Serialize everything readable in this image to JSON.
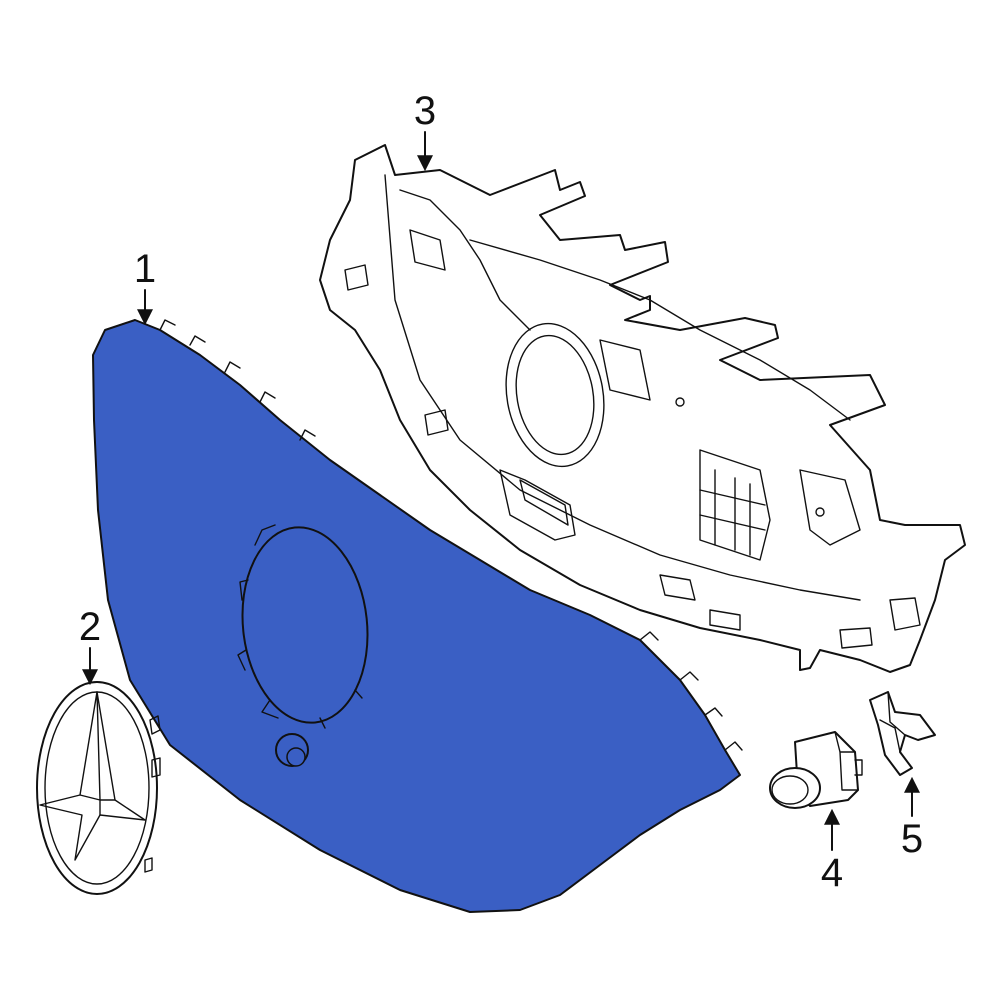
{
  "callouts": [
    {
      "id": "1",
      "label": "1"
    },
    {
      "id": "2",
      "label": "2"
    },
    {
      "id": "3",
      "label": "3"
    },
    {
      "id": "4",
      "label": "4"
    },
    {
      "id": "5",
      "label": "5"
    }
  ],
  "colors": {
    "highlight": "#3a5fc4",
    "line": "#111111",
    "background": "#ffffff"
  }
}
